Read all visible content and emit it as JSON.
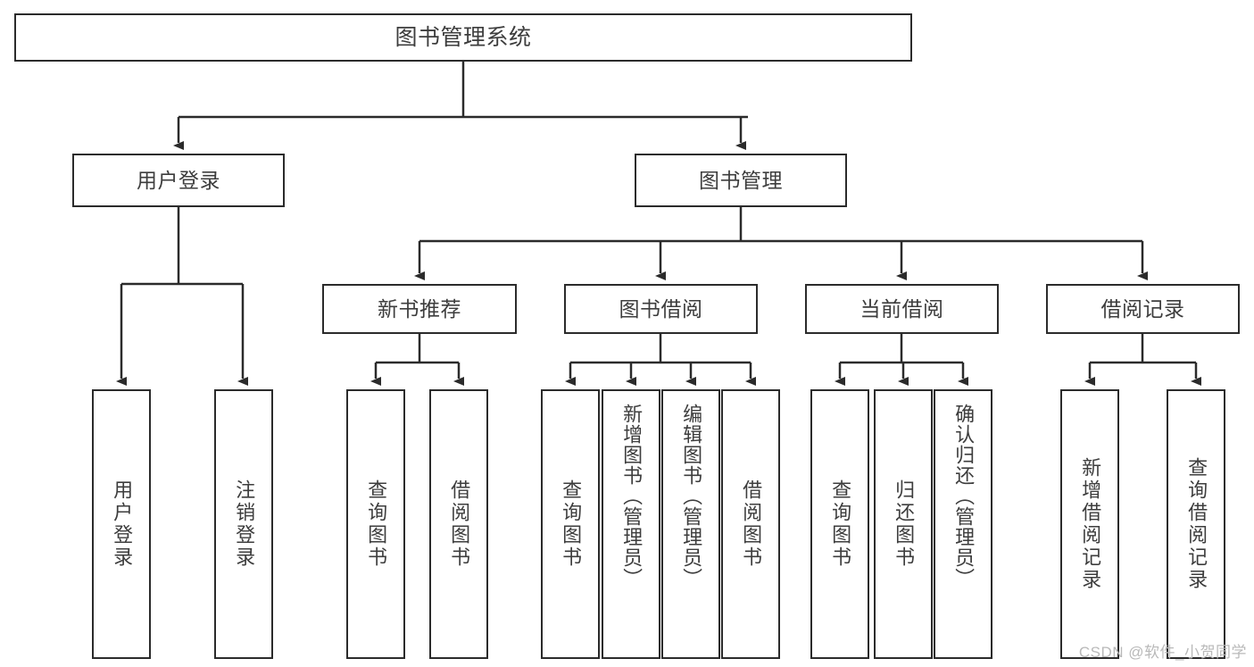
{
  "diagram": {
    "title": "图书管理系统",
    "type": "hierarchy-tree",
    "watermark": "CSDN @软件_小贺同学",
    "colors": {
      "border": "#2b2b2b",
      "text": "#3d3d3d",
      "background": "#ffffff",
      "connector": "#2b2b2b",
      "watermark": "#b9b9b9"
    },
    "levels": {
      "root": {
        "label": "图书管理系统"
      },
      "level2": [
        {
          "label": "用户登录"
        },
        {
          "label": "图书管理"
        }
      ],
      "level3": [
        {
          "label": "新书推荐"
        },
        {
          "label": "图书借阅"
        },
        {
          "label": "当前借阅"
        },
        {
          "label": "借阅记录"
        }
      ],
      "leaves": [
        {
          "label": "用户登录",
          "parent": "用户登录"
        },
        {
          "label": "注销登录",
          "parent": "用户登录"
        },
        {
          "label": "查询图书",
          "parent": "新书推荐"
        },
        {
          "label": "借阅图书",
          "parent": "新书推荐"
        },
        {
          "label": "查询图书",
          "parent": "图书借阅"
        },
        {
          "label": "新增图书（管理员）",
          "parent": "图书借阅"
        },
        {
          "label": "编辑图书（管理员）",
          "parent": "图书借阅"
        },
        {
          "label": "借阅图书",
          "parent": "图书借阅"
        },
        {
          "label": "查询图书",
          "parent": "当前借阅"
        },
        {
          "label": "归还图书",
          "parent": "当前借阅"
        },
        {
          "label": "确认归还（管理员）",
          "parent": "当前借阅"
        },
        {
          "label": "新增借阅记录",
          "parent": "借阅记录"
        },
        {
          "label": "查询借阅记录",
          "parent": "借阅记录"
        }
      ]
    }
  }
}
